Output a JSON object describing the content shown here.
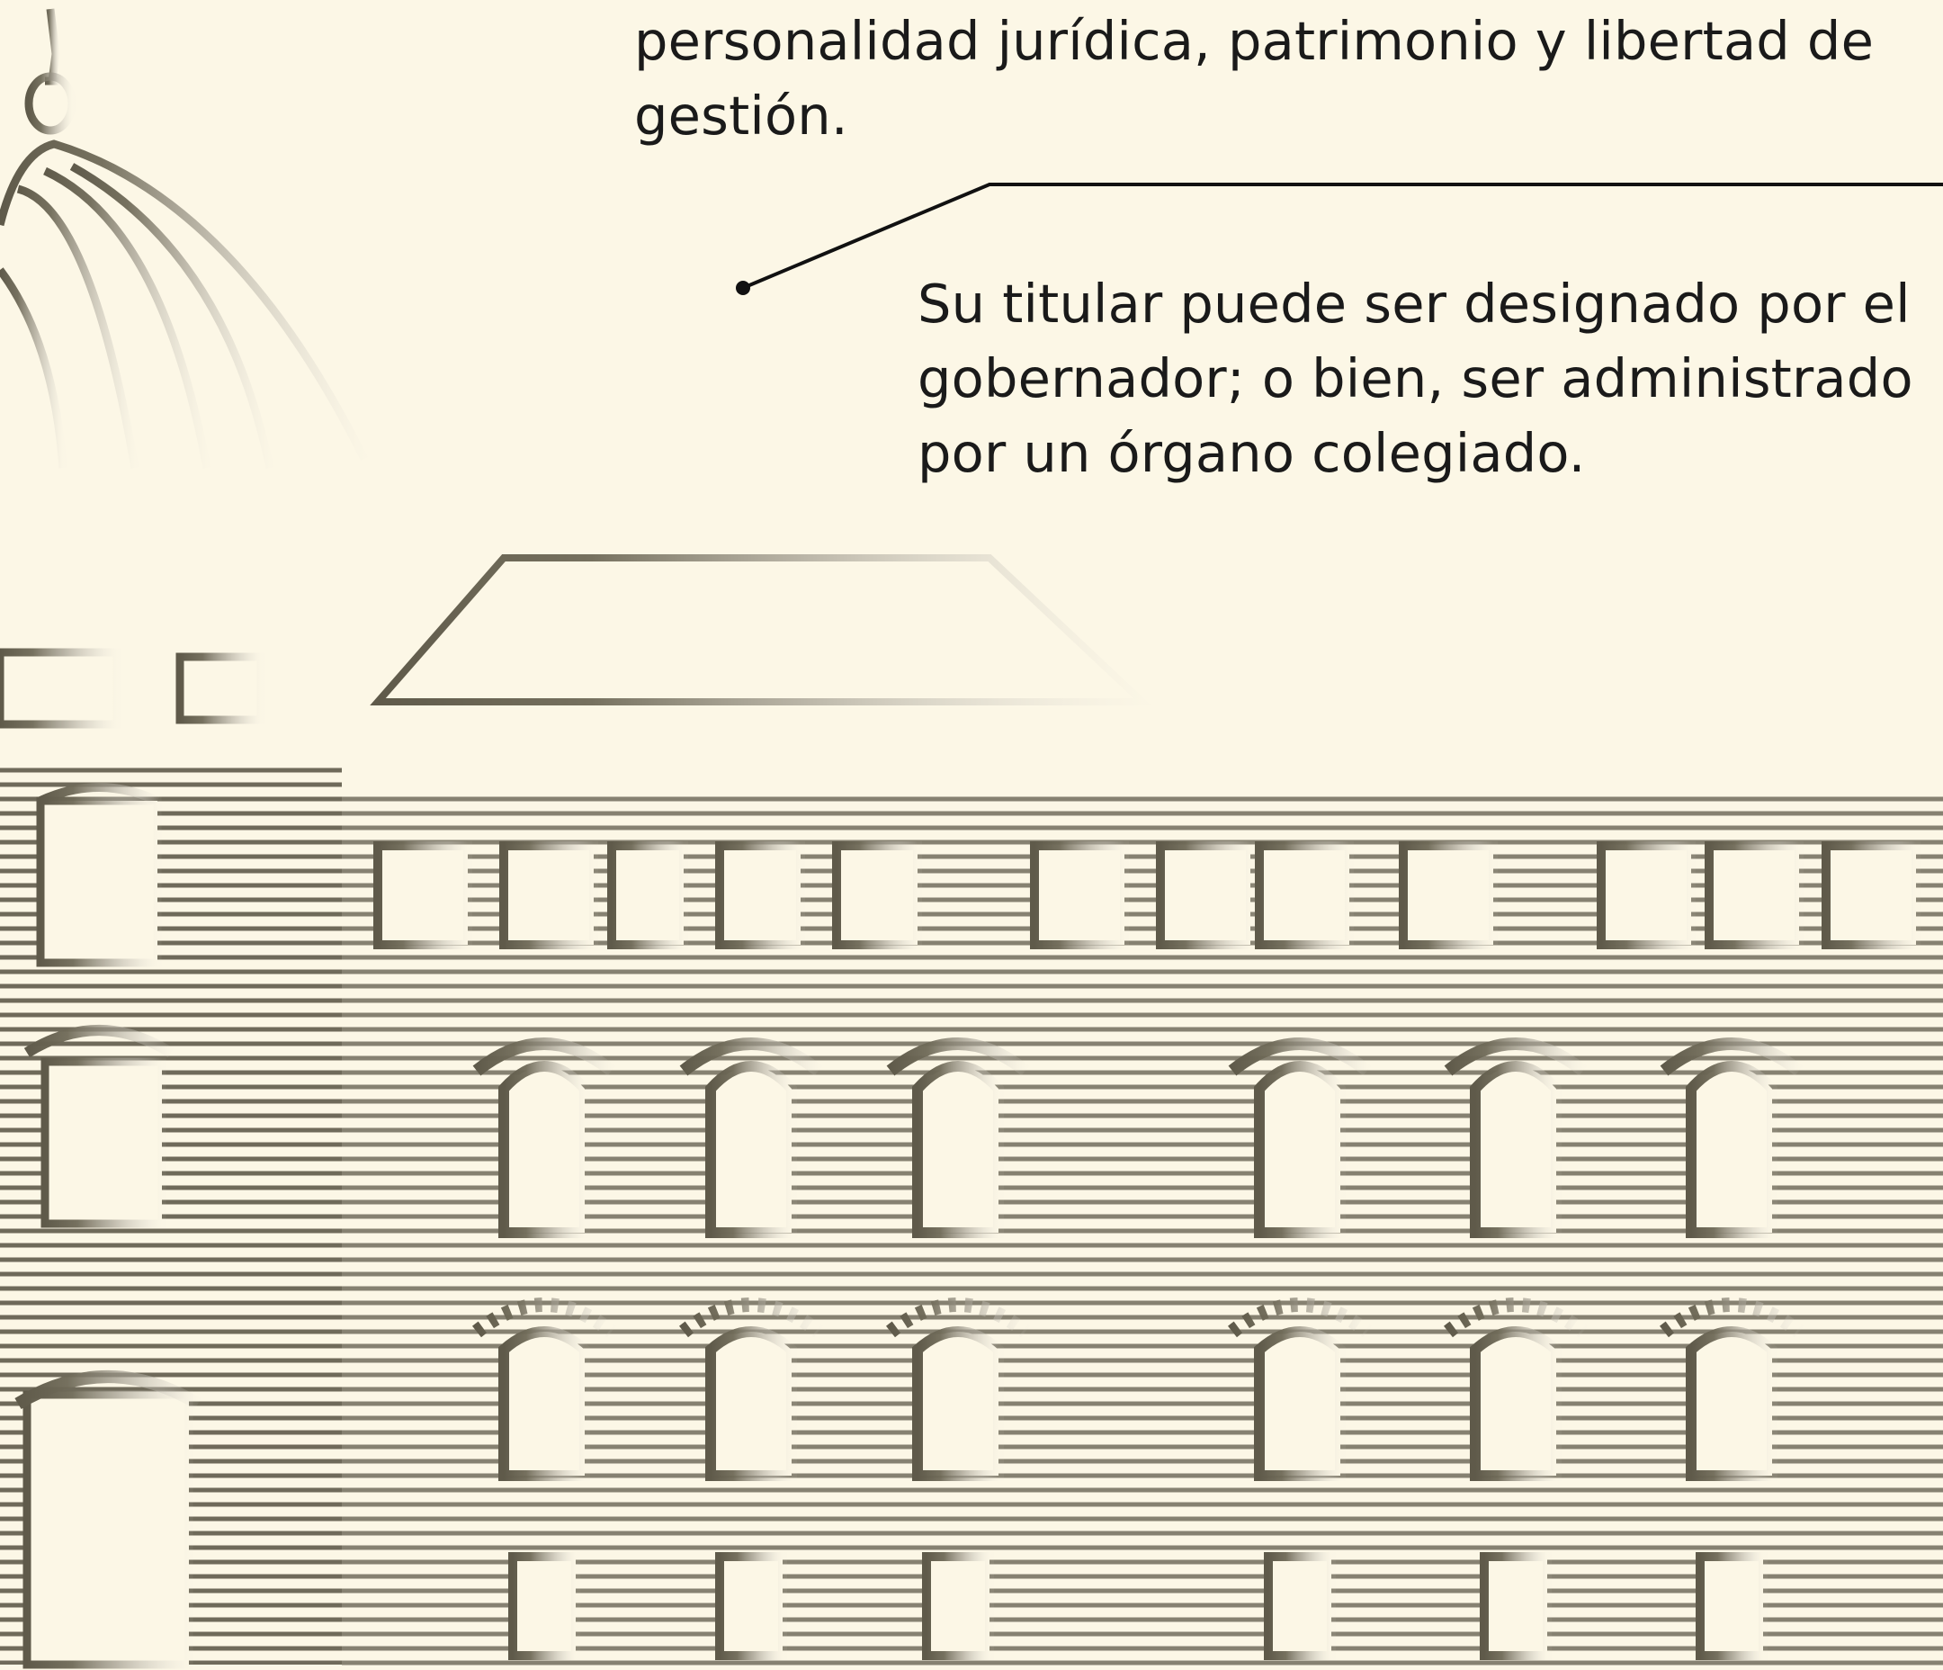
{
  "text_top": {
    "lines": [
      "personalidad jurídica, patrimonio y libertad de",
      "gestión."
    ]
  },
  "callout": {
    "lines": [
      "Su titular puede ser designado por el",
      "gobernador; o bien, ser administrado",
      "por un órgano colegiado."
    ]
  },
  "colors": {
    "background": "#fcf7e6",
    "ink": "#5f5a4a",
    "text": "#1a1a1a"
  }
}
